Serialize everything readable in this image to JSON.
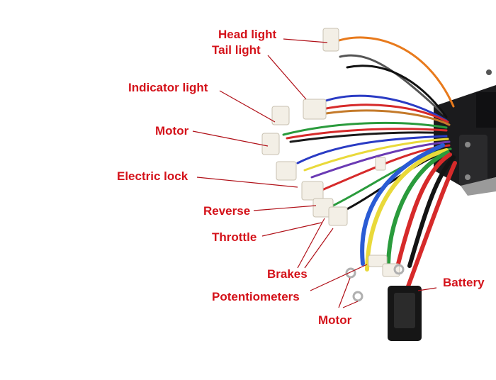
{
  "colors": {
    "label": "#d4121a",
    "leader": "#b01018",
    "background": "#ffffff"
  },
  "labels": {
    "head_light": "Head light",
    "tail_light": "Tail light",
    "indicator_light": "Indicator light",
    "motor_top": "Motor",
    "electric_lock": "Electric lock",
    "reverse": "Reverse",
    "throttle": "Throttle",
    "brakes": "Brakes",
    "potentiometers": "Potentiometers",
    "motor_bottom": "Motor",
    "battery": "Battery"
  }
}
